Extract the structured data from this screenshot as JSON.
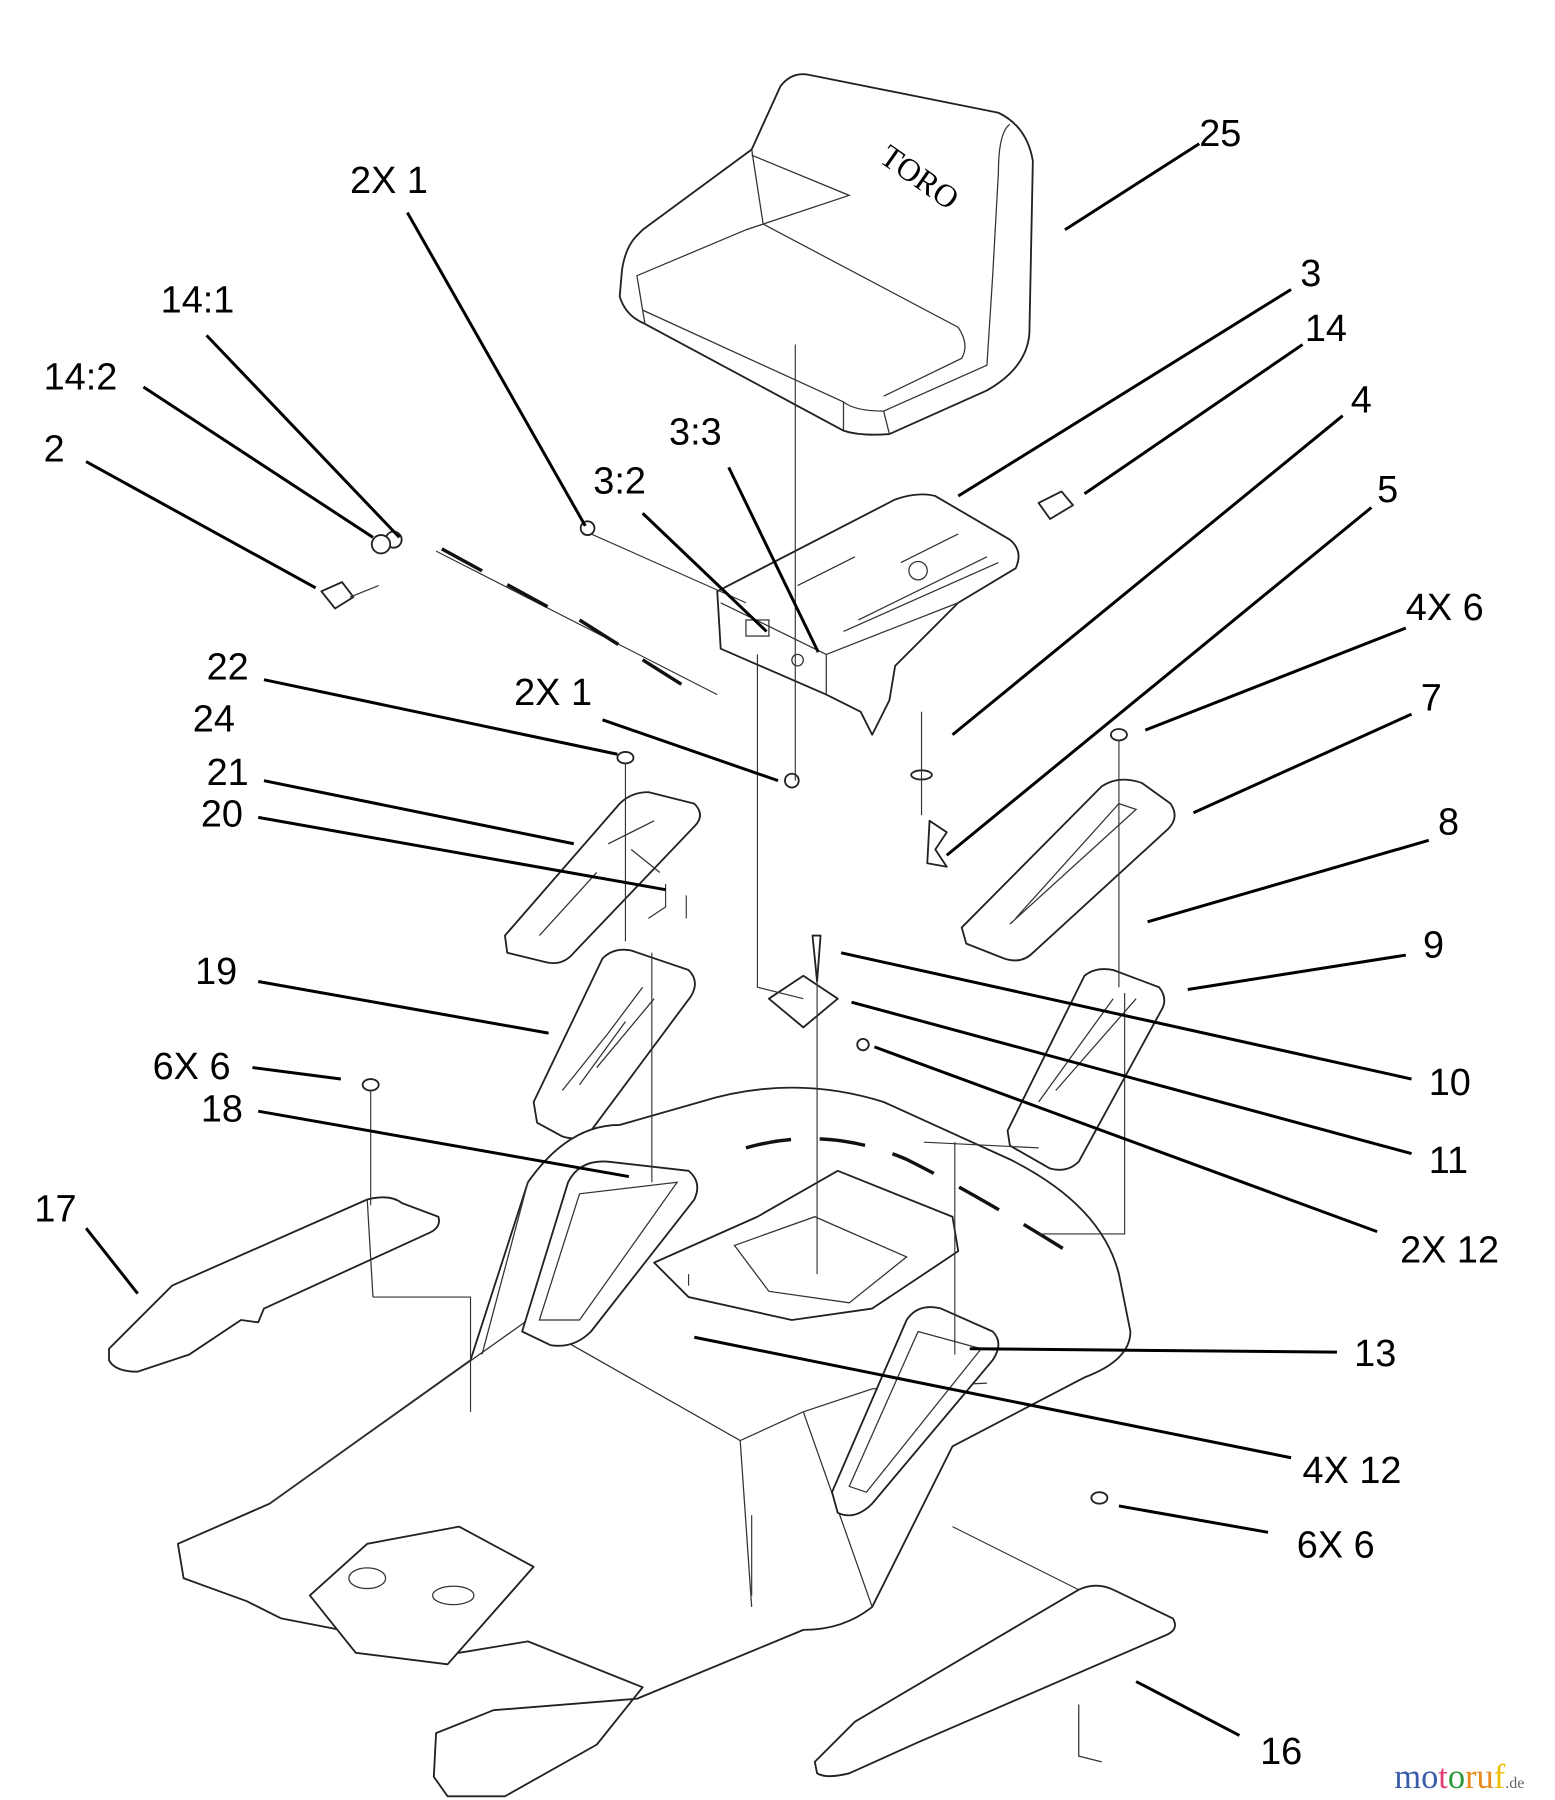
{
  "diagram": {
    "seat_logo_text": "TORO",
    "callouts": [
      {
        "id": "c25",
        "text": "25"
      },
      {
        "id": "c2x1a",
        "text": "2X 1"
      },
      {
        "id": "c14_1",
        "text": "14:1"
      },
      {
        "id": "c14_2",
        "text": "14:2"
      },
      {
        "id": "c2",
        "text": "2"
      },
      {
        "id": "c3",
        "text": "3"
      },
      {
        "id": "c14",
        "text": "14"
      },
      {
        "id": "c4",
        "text": "4"
      },
      {
        "id": "c5",
        "text": "5"
      },
      {
        "id": "c3_2",
        "text": "3:2"
      },
      {
        "id": "c3_3",
        "text": "3:3"
      },
      {
        "id": "c2x1b",
        "text": "2X 1"
      },
      {
        "id": "c22",
        "text": "22"
      },
      {
        "id": "c24",
        "text": "24"
      },
      {
        "id": "c21",
        "text": "21"
      },
      {
        "id": "c20",
        "text": "20"
      },
      {
        "id": "c4x6",
        "text": "4X 6"
      },
      {
        "id": "c7",
        "text": "7"
      },
      {
        "id": "c8",
        "text": "8"
      },
      {
        "id": "c9",
        "text": "9"
      },
      {
        "id": "c10",
        "text": "10"
      },
      {
        "id": "c11",
        "text": "11"
      },
      {
        "id": "c2x12",
        "text": "2X 12"
      },
      {
        "id": "c19",
        "text": "19"
      },
      {
        "id": "c6x6a",
        "text": "6X 6"
      },
      {
        "id": "c18",
        "text": "18"
      },
      {
        "id": "c17",
        "text": "17"
      },
      {
        "id": "c13",
        "text": "13"
      },
      {
        "id": "c4x12",
        "text": "4X 12"
      },
      {
        "id": "c6x6b",
        "text": "6X 6"
      },
      {
        "id": "c16",
        "text": "16"
      }
    ]
  },
  "watermark": {
    "letters": [
      "m",
      "o",
      "t",
      "o",
      "r",
      "u",
      "f"
    ],
    "suffix": ".de",
    "colors": [
      "#3b5bab",
      "#3b5bab",
      "#e0407a",
      "#2a9a3a",
      "#e88a1a",
      "#e88a1a",
      "#f0c000"
    ]
  }
}
